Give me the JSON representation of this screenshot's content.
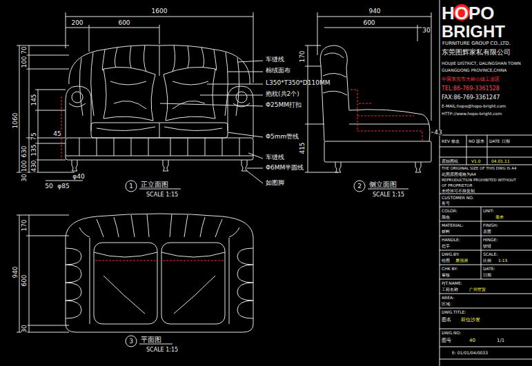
{
  "diagram": {
    "labels": [
      "1600",
      "200",
      "600",
      "940",
      "600",
      "30",
      "70",
      "100",
      "145",
      "1060",
      "630",
      "45",
      "75",
      "135",
      "430",
      "100",
      "30",
      "50",
      "φ85",
      "φ40",
      "车缝线",
      "棉绒面布",
      "L350*T350*D110MM",
      "抱枕(共2个)",
      "Φ25MM打扣",
      "Φ5mm管线",
      "车缝线",
      "Φ6MM半圆线",
      "如图脚",
      "170",
      "415",
      "43",
      "1",
      "正立面图",
      "SCALE 1:15",
      "2",
      "侧立面图",
      "SCALE 1:15",
      "170",
      "940",
      "600",
      "30",
      "3",
      "平面图",
      "SCALE 1:15",
      "HOPO",
      "BRIGHT",
      "FURNITURE GROUP CO.,LTD.",
      "东莞图辉家私有限公司",
      "HOUJIE DISTRICT, DALINGSHAN TOWN",
      "GUANGDONG PROVINCE,CHINA",
      "中国东莞市大岭山镇工业区",
      "TEL:86-769-3361528",
      "FAX:86-769-3361247",
      "E-MAIL:hopo@hopo-bright.com",
      "HTTP://www.hopo-bright.com",
      "REV 修改",
      "NO 版本",
      "DATE 日期",
      "原始图纸",
      "V1.0",
      "04.01.11",
      "THE ORIGINAL SIZE OF THIS DWG IS A4",
      "此图原图规格为A4",
      "REPRODUCTION PROHIBITED WITHOUT",
      "OF PROPRIETOR",
      "未经许可不得复制",
      "CUSTOMER NO.",
      "客号",
      "COLOR:",
      "UNIT:",
      "颜色",
      "毫米",
      "MATERIAL:",
      "FINISH:",
      "材料",
      "表面",
      "HANDLE:",
      "HINGE:",
      "把手",
      "铰链",
      "DWG.BY:",
      "SCALE:",
      "绘图",
      "屠强洲",
      "比例",
      "1:15",
      "CHK BY:",
      "DATE:",
      "审核",
      "日期",
      "PJT.NAME:",
      "工程名称",
      "广州世贸",
      "AREA:",
      "区域:",
      "DWG.TITLE:",
      "图名",
      "双位沙发",
      "DWG.NO:",
      "图号",
      "40",
      "1/1",
      "E: 01/01/04/0033"
    ]
  }
}
